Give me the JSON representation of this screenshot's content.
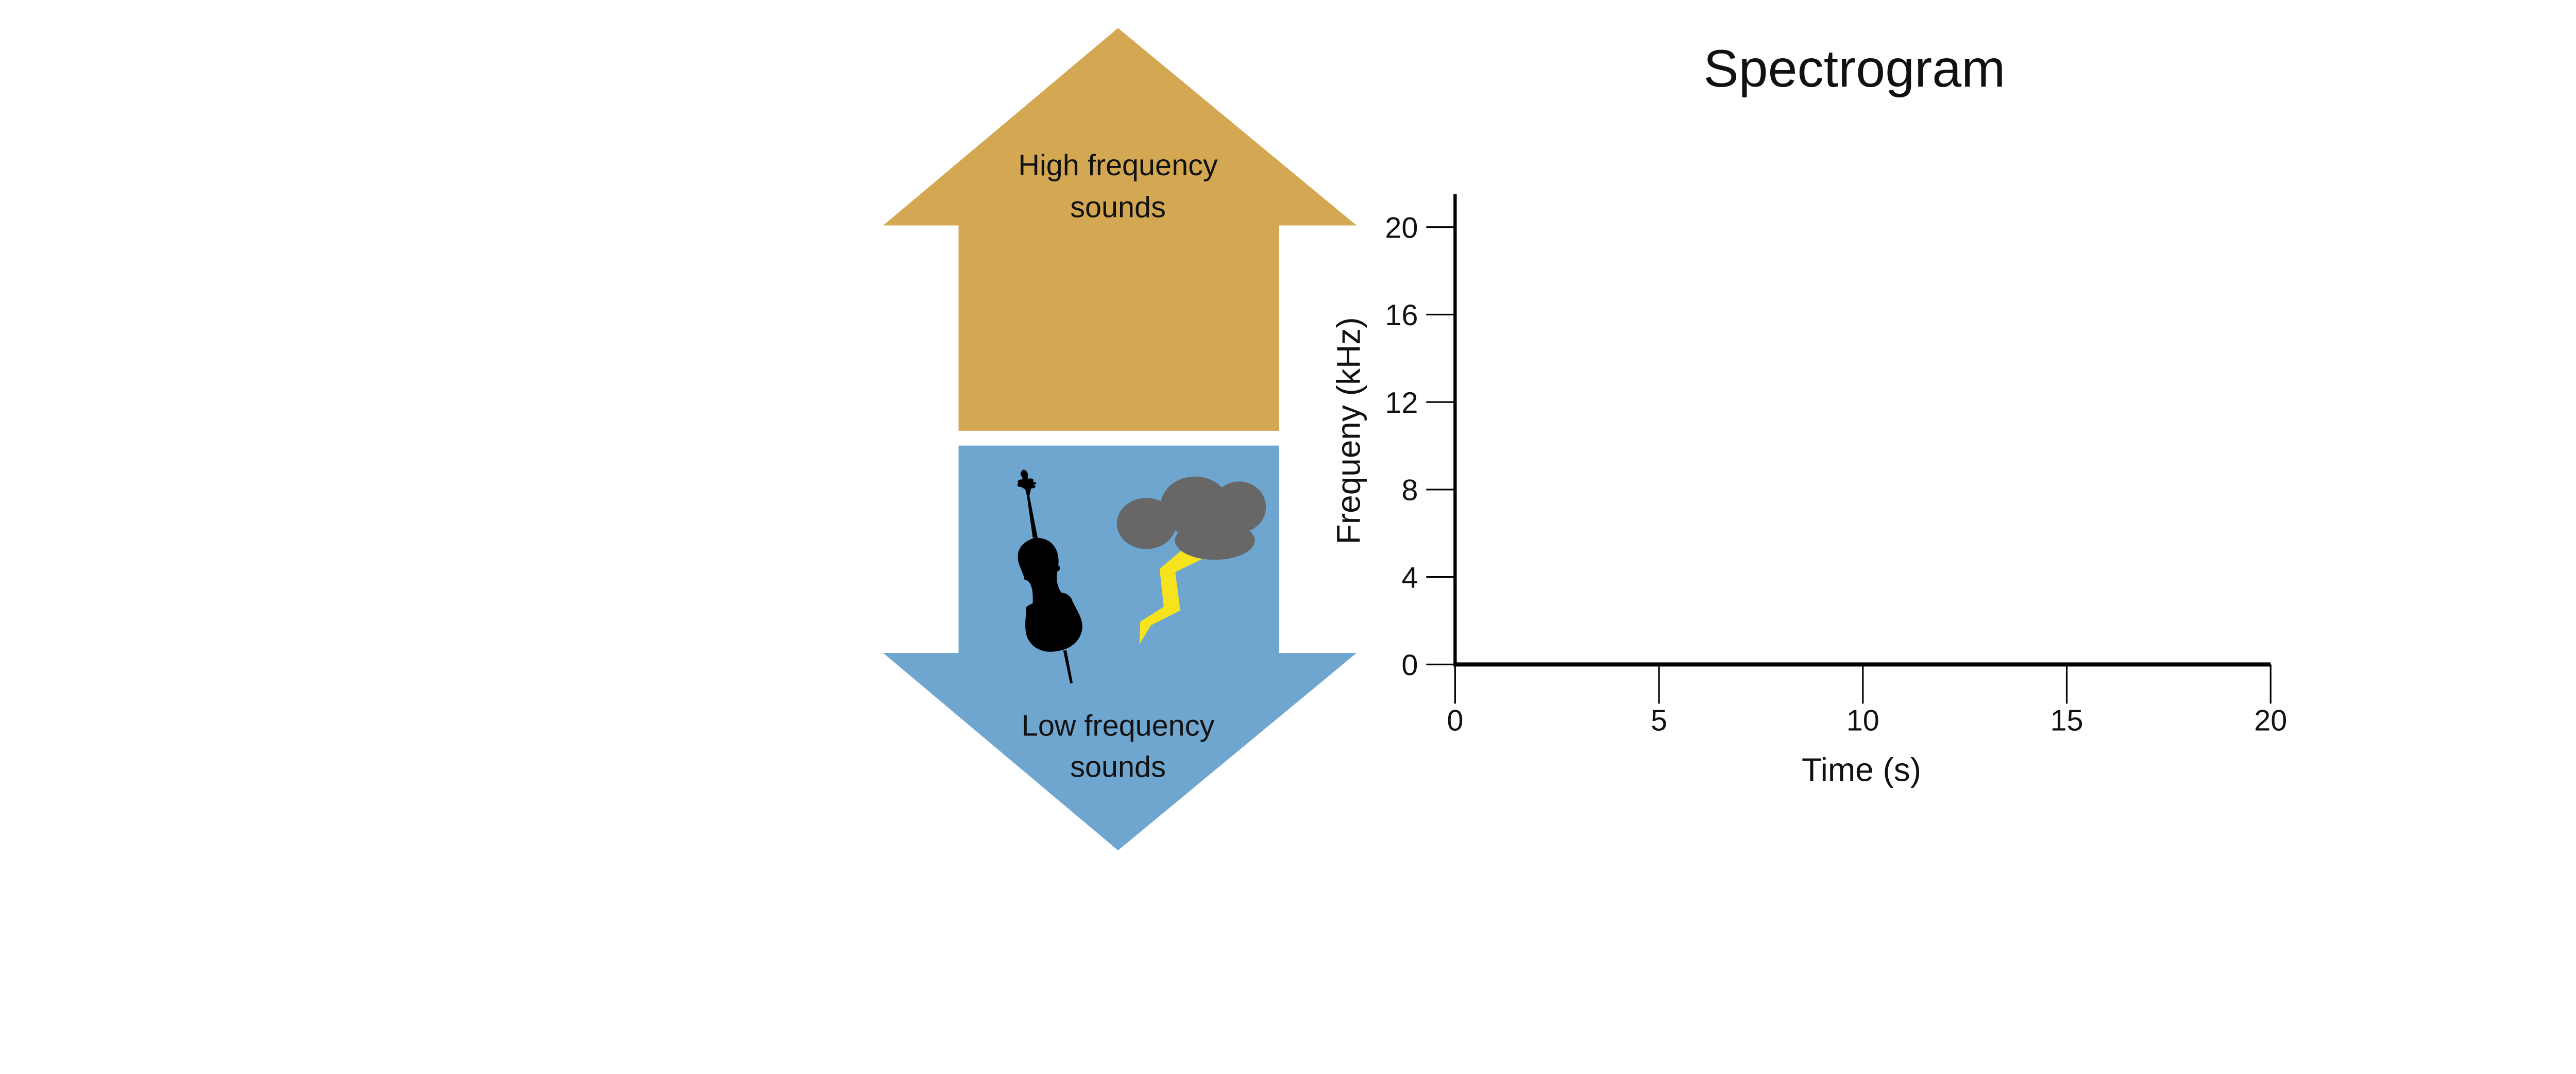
{
  "colors": {
    "high_arrow": "#D4A853",
    "low_arrow": "#6FA6CF",
    "cloud": "#676767",
    "lightning": "#F5E31E",
    "cello": "#000000"
  },
  "high_arrow": {
    "line1": "High frequency",
    "line2": "sounds"
  },
  "low_arrow": {
    "line1": "Low frequency",
    "line2": "sounds",
    "icons": [
      "cello-icon",
      "storm-cloud-icon"
    ]
  },
  "chart_data": {
    "type": "line",
    "title": "Spectrogram",
    "xlabel": "Time (s)",
    "ylabel": "Frequeny (kHz)",
    "xlim": [
      0,
      20
    ],
    "ylim": [
      0,
      20
    ],
    "xticks": [
      "0",
      "5",
      "10",
      "15",
      "20"
    ],
    "yticks": [
      "0",
      "4",
      "8",
      "12",
      "16",
      "20"
    ],
    "series": [],
    "grid": false
  }
}
